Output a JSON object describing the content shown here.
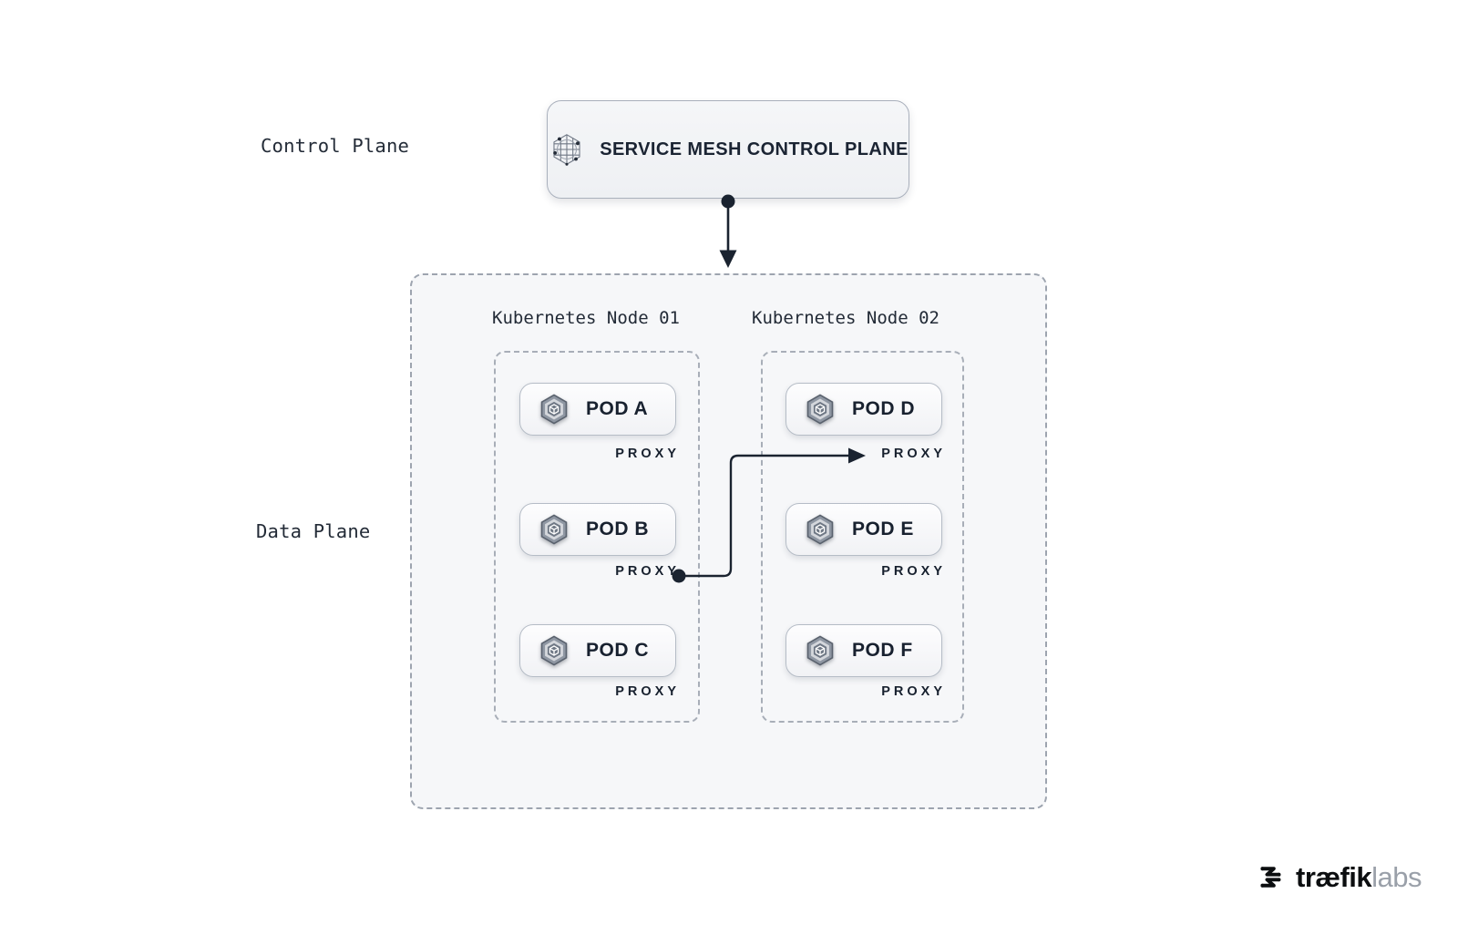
{
  "labels": {
    "control_plane": "Control Plane",
    "data_plane": "Data Plane"
  },
  "control_plane_box": {
    "icon": "mesh-globe-icon",
    "title": "SERVICE MESH CONTROL PLANE"
  },
  "nodes": [
    {
      "title": "Kubernetes Node 01",
      "pods": [
        {
          "icon": "pod-hexagon-icon",
          "label": "POD A",
          "proxy": "PROXY"
        },
        {
          "icon": "pod-hexagon-icon",
          "label": "POD B",
          "proxy": "PROXY"
        },
        {
          "icon": "pod-hexagon-icon",
          "label": "POD C",
          "proxy": "PROXY"
        }
      ]
    },
    {
      "title": "Kubernetes Node 02",
      "pods": [
        {
          "icon": "pod-hexagon-icon",
          "label": "POD D",
          "proxy": "PROXY"
        },
        {
          "icon": "pod-hexagon-icon",
          "label": "POD E",
          "proxy": "PROXY"
        },
        {
          "icon": "pod-hexagon-icon",
          "label": "POD F",
          "proxy": "PROXY"
        }
      ]
    }
  ],
  "connections": [
    {
      "from": "SERVICE MESH CONTROL PLANE",
      "to": "Data Plane",
      "style": "dot-to-arrow-down"
    },
    {
      "from": "POD B PROXY",
      "to": "POD D PROXY",
      "style": "dot-elbow-arrow"
    }
  ],
  "brand": {
    "icon": "traefik-logo-icon",
    "name_bold": "træfik",
    "name_light": "labs"
  },
  "colors": {
    "ink": "#1a2330",
    "panel_bg": "#f6f7f9",
    "dashed_border": "#9da4af",
    "pod_border": "#b5bcc6",
    "brand_gray": "#9aa0a9"
  }
}
